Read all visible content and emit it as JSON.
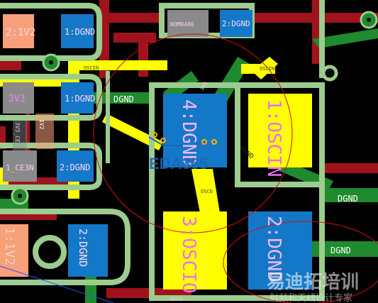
{
  "colors": {
    "background": "#000000",
    "silkscreen": "#9ccc8f",
    "top_copper": "#a0131c",
    "bottom_copper": "#1f8a2e",
    "yellow_copper": "#ffff00",
    "pad_blue": "#1478c8",
    "pad_orange": "#f7a07a",
    "pad_gray": "#8a8a8a",
    "pad_label_pink": "#e08ee8",
    "net_label_white": "#ffffff",
    "highlight_circle": "#d01010",
    "watermark_blue": "#1e64b4"
  },
  "pads": {
    "top_left_1": "2:1V2",
    "top_left_2": "1:DGND",
    "top_mid_1": "NOM8486",
    "top_mid_2": "2:DGND",
    "mid_left_1": "3V3",
    "mid_left_2": "1:DGND",
    "low_left_1": "1_CE3N",
    "low_left_2": "2:DGND",
    "bottom_left_1": "1:1V2",
    "bottom_left_2": "2:DGND",
    "crystal_pin_4": "4:DGND",
    "crystal_pin_1": "1:OSCIN",
    "crystal_pin_3": "3:OSCIO",
    "crystal_pin_2": "2:DGND",
    "vertical_small_1": "3V3_CE",
    "vertical_small_2": "1V2"
  },
  "nets": {
    "dgnd_left": "DGND",
    "dgnd_right_1": "DGND",
    "dgnd_right_2": "DGND",
    "dgnd_diag": "DGND",
    "osin_top": "OSCIN",
    "osin_right": "OSCIN",
    "osco_mid": "OSCO",
    "osco_bottom": "OSCO",
    "vcc_small": "3V3"
  },
  "watermark": {
    "eda": "EDA365",
    "cn_title": "易迪拓培训",
    "cn_sub": "射频和天线设计专家"
  }
}
